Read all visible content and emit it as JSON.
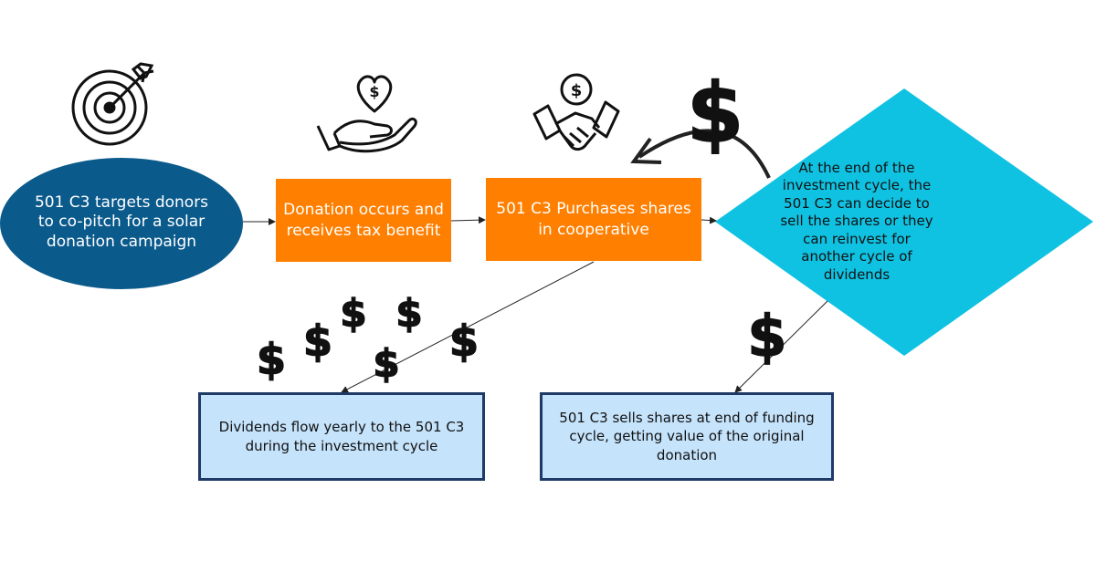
{
  "nodes": {
    "target_donors": "501 C3 targets donors to co-pitch for a solar donation campaign",
    "donation": "Donation occurs and receives tax benefit",
    "purchase": "501 C3 Purchases shares in cooperative",
    "decision": "At the end of the investment cycle, the 501 C3 can decide to sell the shares or they can reinvest for another cycle of dividends",
    "dividends": "Dividends flow yearly to the 501 C3 during the investment cycle",
    "sells": "501 C3 sells shares at end of funding cycle, getting value of the original donation"
  },
  "icons": {
    "target": "target-icon",
    "donation": "heart-hand-icon",
    "handshake": "handshake-icon",
    "dollar": "dollar-sign-icon"
  },
  "colors": {
    "oval": "#0b5a8c",
    "orange": "#ff7f00",
    "diamond": "#10c2e2",
    "blue_box_fill": "#c5e3fb",
    "blue_box_border": "#1e3a66"
  }
}
